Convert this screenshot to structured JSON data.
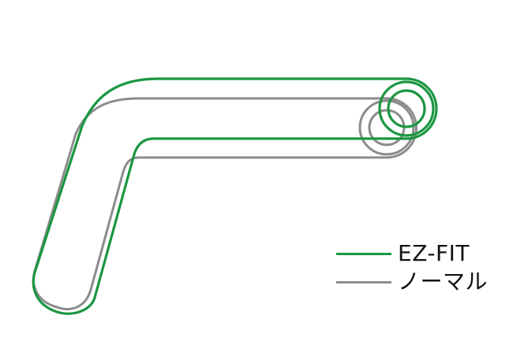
{
  "legend": [
    {
      "label": "EZ-FIT",
      "color": "#1a9641"
    },
    {
      "label": "ノーマル",
      "color": "#8c8c8c"
    }
  ],
  "shapes": [
    {
      "name": "normal-bar-outline",
      "color": "#8c8c8c"
    },
    {
      "name": "ezfit-bar-outline",
      "color": "#1a9641"
    }
  ]
}
